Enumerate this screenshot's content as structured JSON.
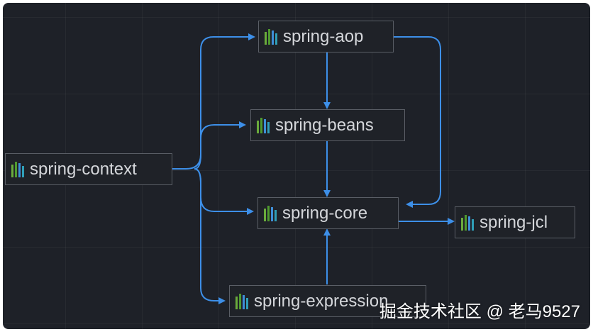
{
  "diagram": {
    "nodes": [
      {
        "id": "aop",
        "label": "spring-aop",
        "icon": "library-icon"
      },
      {
        "id": "beans",
        "label": "spring-beans",
        "icon": "library-icon"
      },
      {
        "id": "context",
        "label": "spring-context",
        "icon": "library-icon"
      },
      {
        "id": "core",
        "label": "spring-core",
        "icon": "library-icon"
      },
      {
        "id": "jcl",
        "label": "spring-jcl",
        "icon": "library-icon"
      },
      {
        "id": "expression",
        "label": "spring-expression",
        "icon": "library-icon"
      }
    ],
    "edges": [
      {
        "from": "context",
        "to": "aop"
      },
      {
        "from": "context",
        "to": "beans"
      },
      {
        "from": "context",
        "to": "core"
      },
      {
        "from": "context",
        "to": "expression"
      },
      {
        "from": "aop",
        "to": "beans"
      },
      {
        "from": "aop",
        "to": "core"
      },
      {
        "from": "beans",
        "to": "core"
      },
      {
        "from": "core",
        "to": "jcl"
      },
      {
        "from": "expression",
        "to": "core"
      }
    ],
    "colors": {
      "background": "#1e2128",
      "edge": "#3d8fe8",
      "node_border": "#5a5e66",
      "text": "#d4d6da"
    }
  },
  "watermark": "掘金技术社区 @ 老马9527"
}
